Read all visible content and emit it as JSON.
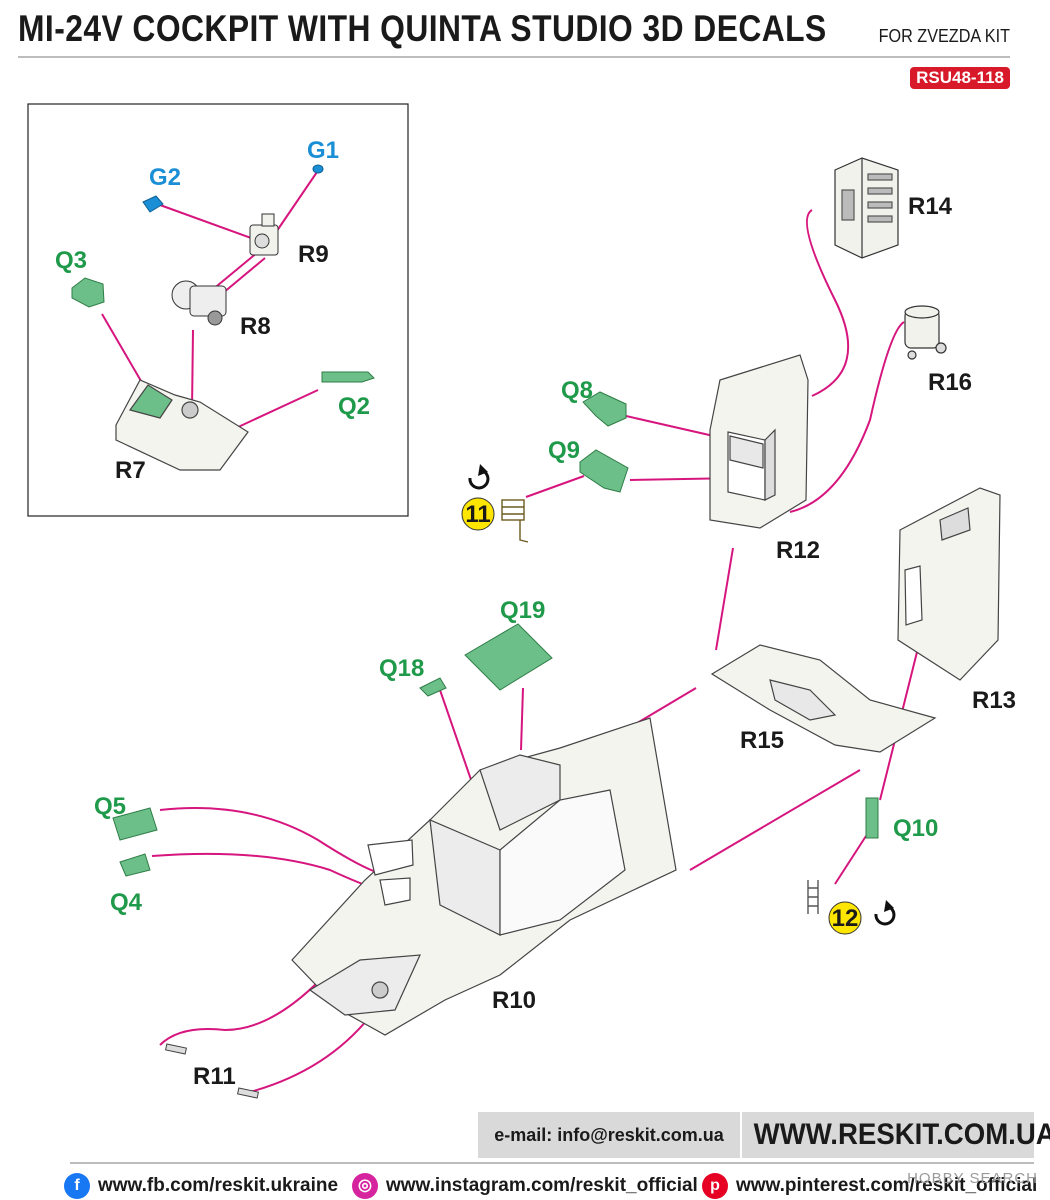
{
  "header": {
    "title": "MI-24V COCKPIT WITH QUINTA STUDIO 3D DECALS",
    "kit": "FOR ZVEZDA KIT",
    "code": "RSU48-118"
  },
  "parts": {
    "G1": "G1",
    "G2": "G2",
    "Q3": "Q3",
    "Q2": "Q2",
    "R9": "R9",
    "R8": "R8",
    "R7": "R7",
    "R14": "R14",
    "R16": "R16",
    "Q8": "Q8",
    "Q9": "Q9",
    "R12": "R12",
    "R13": "R13",
    "Q19": "Q19",
    "Q18": "Q18",
    "R15": "R15",
    "Q5": "Q5",
    "Q4": "Q4",
    "Q10": "Q10",
    "R10": "R10",
    "R11": "R11"
  },
  "steps": {
    "step11": "11",
    "step12": "12"
  },
  "colors": {
    "decal": "#6dbf8a",
    "leader": "#d6157e",
    "step": "#ffe600",
    "brand_red": "#d7192a"
  },
  "footer": {
    "email": "e-mail: info@reskit.com.ua",
    "website": "WWW.RESKIT.COM.UA",
    "facebook": "www.fb.com/reskit.ukraine",
    "instagram": "www.instagram.com/reskit_official",
    "pinterest": "www.pinterest.com/reskit_official",
    "watermark": "HOBBY SEARCH"
  }
}
